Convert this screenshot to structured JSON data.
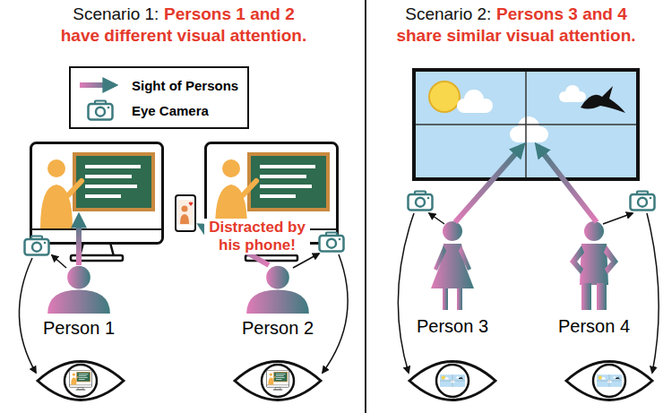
{
  "diagram": {
    "nodes": [
      {
        "text": [
          "Person 1"
        ]
      },
      {
        "text": [
          "Person 2"
        ]
      },
      {
        "text": [
          "Person 3"
        ]
      },
      {
        "text": [
          "Person 4"
        ]
      }
    ],
    "labels": [
      "Scenario 1:",
      "Persons 1 and 2 have different visual attention.",
      "Distracted by his phone!",
      "Scenario 2:",
      "Persons 3 and 4 share similar visual attention."
    ],
    "legend": [
      {
        "text": "Sight of Persons"
      },
      {
        "text": "Eye Camera"
      }
    ]
  }
}
